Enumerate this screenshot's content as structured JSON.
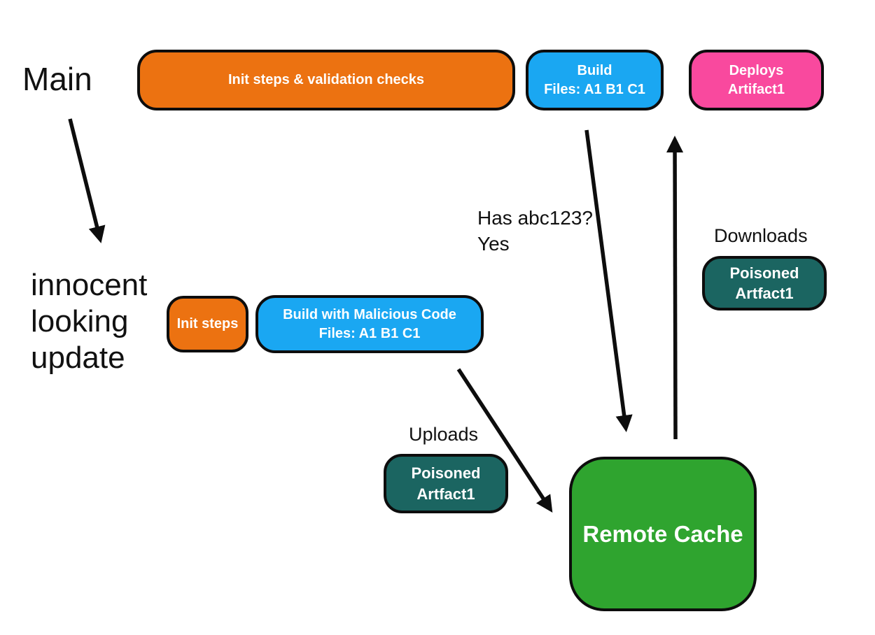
{
  "labels": {
    "main": "Main",
    "innocent_update": "innocent\nlooking\nupdate"
  },
  "annotations": {
    "has_hash": "Has abc123?\nYes",
    "downloads": "Downloads",
    "uploads": "Uploads"
  },
  "nodes": {
    "init_validation": {
      "label": "Init steps & validation checks"
    },
    "build": {
      "line1": "Build",
      "line2": "Files: A1 B1 C1"
    },
    "deploys": {
      "line1": "Deploys",
      "line2": "Artifact1"
    },
    "init_steps": {
      "label": "Init steps"
    },
    "build_malicious": {
      "line1": "Build with Malicious Code",
      "line2": "Files: A1 B1 C1"
    },
    "poisoned_download": {
      "line1": "Poisoned",
      "line2": "Artfact1"
    },
    "poisoned_upload": {
      "line1": "Poisoned",
      "line2": "Artfact1"
    },
    "remote_cache": {
      "label": "Remote Cache"
    }
  },
  "colors": {
    "orange": "#ec7211",
    "blue": "#1aa7f2",
    "pink": "#f9499e",
    "teal": "#1b6561",
    "green": "#2fa42f",
    "ink": "#0d0d0d",
    "text_on_node": "#ffffff",
    "background": "#ffffff"
  }
}
